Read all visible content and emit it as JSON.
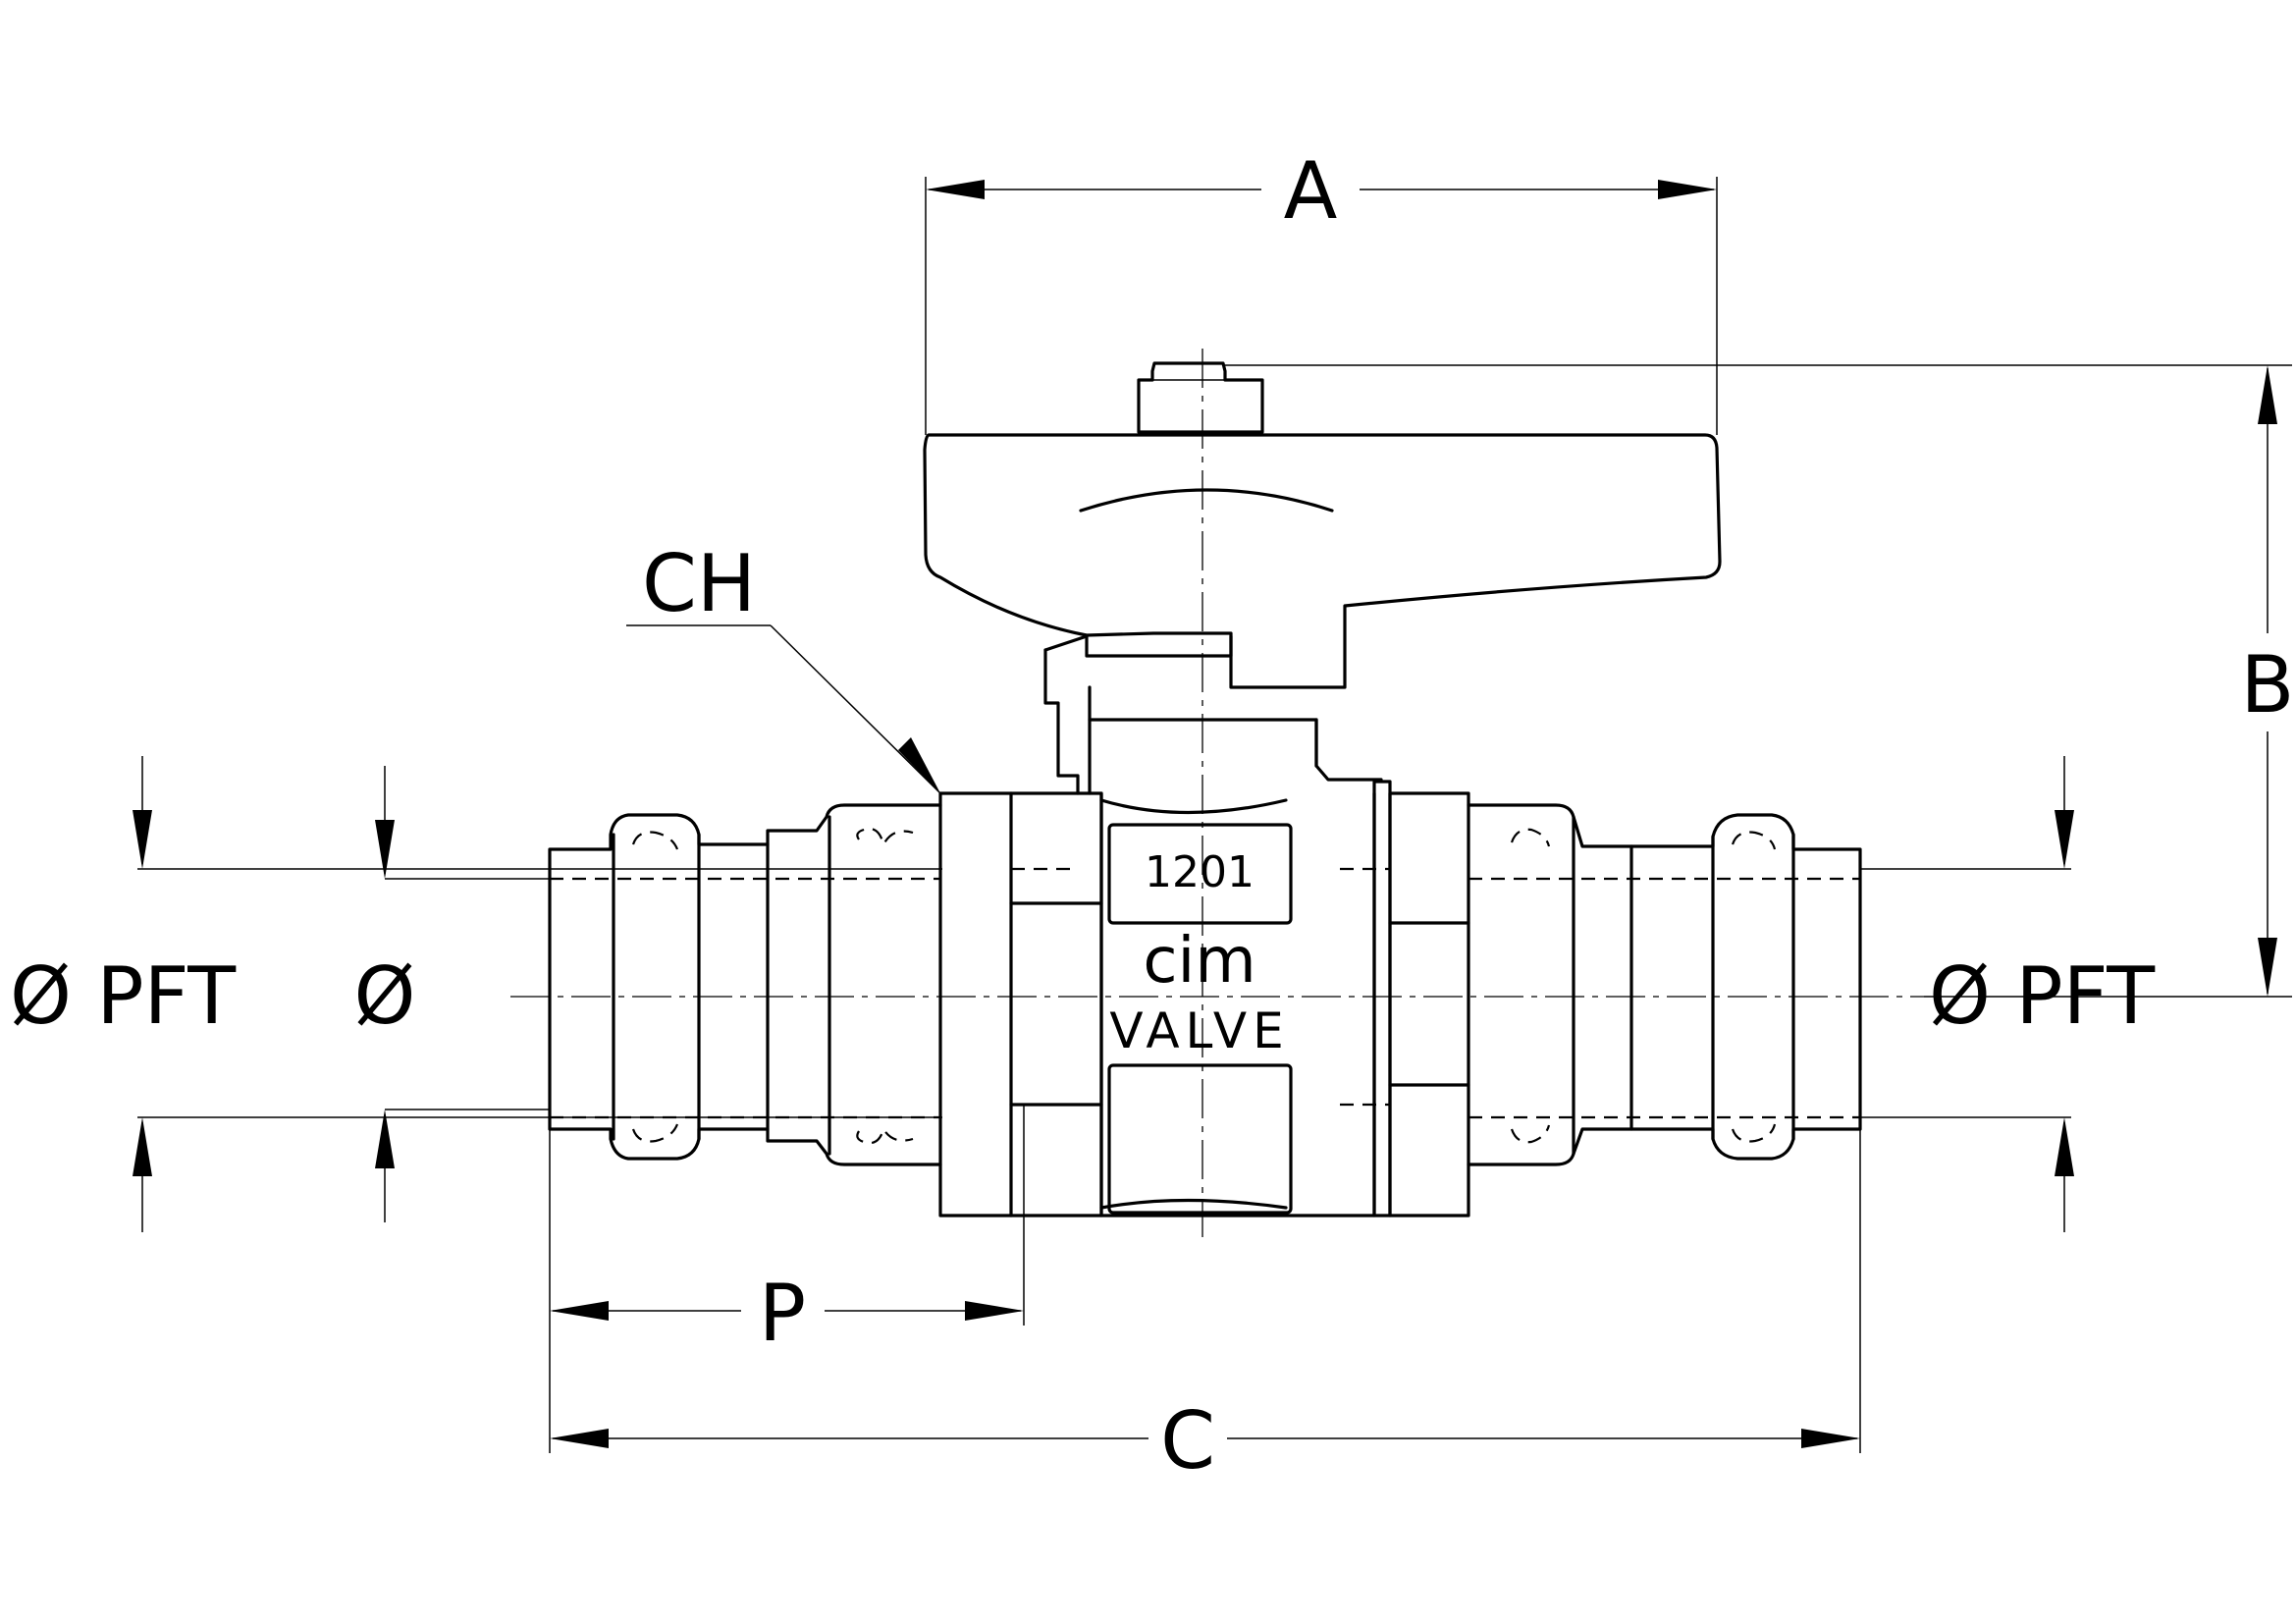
{
  "labels": {
    "dim_a": "A",
    "dim_b": "B",
    "dim_c": "C",
    "dim_p": "P",
    "dim_ch": "CH",
    "left_outer_dia": "Ø PFT",
    "left_inner_dia": "Ø",
    "right_outer_dia": "Ø PFT"
  },
  "body_markings": {
    "model": "1201",
    "brand": "cim",
    "maker": "VALVE"
  }
}
